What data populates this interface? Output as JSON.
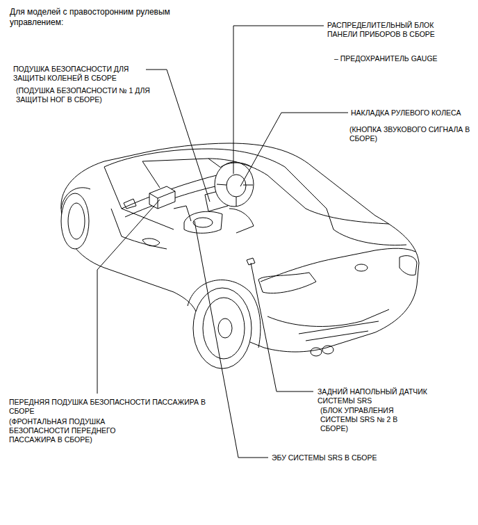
{
  "diagram": {
    "title": "Для моделей с правосторонним рулевым управлением:",
    "labels": [
      "РАСПРЕДЕЛИТЕЛЬНЫЙ БЛОК ПАНЕЛИ ПРИБОРОВ В СБОРЕ",
      "– ПРЕДОХРАНИТЕЛЬ GAUGE",
      "ПОДУШКА БЕЗОПАСНОСТИ ДЛЯ ЗАЩИТЫ КОЛЕНЕЙ В СБОРЕ",
      "(ПОДУШКА БЕЗОПАСНОСТИ № 1 ДЛЯ ЗАЩИТЫ НОГ В СБОРЕ)",
      "НАКЛАДКА РУЛЕВОГО КОЛЕСА",
      "(КНОПКА ЗВУКОВОГО СИГНАЛА В СБОРЕ)",
      "ПЕРЕДНЯЯ ПОДУШКА БЕЗОПАСНОСТИ ПАССАЖИРА В СБОРЕ",
      "(ФРОНТАЛЬНАЯ ПОДУШКА БЕЗОПАСНОСТИ ПЕРЕДНЕГО ПАССАЖИРА В СБОРЕ)",
      "ЗАДНИЙ НАПОЛЬНЫЙ ДАТЧИК СИСТЕМЫ SRS",
      "(БЛОК УПРАВЛЕНИЯ СИСТЕМЫ SRS № 2 В СБОРЕ)",
      "ЭБУ СИСТЕМЫ SRS В СБОРЕ"
    ]
  }
}
